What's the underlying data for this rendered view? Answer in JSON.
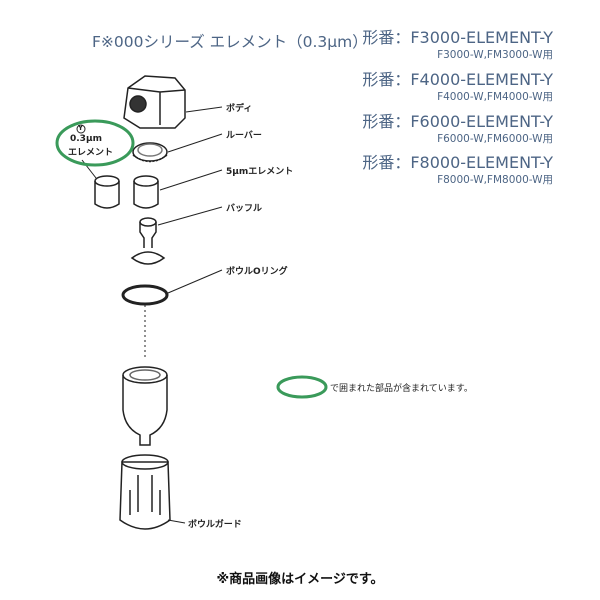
{
  "title": "F※000シリーズ エレメント（0.3μm）",
  "models": [
    {
      "model": "形番：F3000-ELEMENT-Y",
      "compat": "F3000-W,FM3000-W用"
    },
    {
      "model": "形番：F4000-ELEMENT-Y",
      "compat": "F4000-W,FM4000-W用"
    },
    {
      "model": "形番：F6000-ELEMENT-Y",
      "compat": "F6000-W,FM6000-W用"
    },
    {
      "model": "形番：F8000-ELEMENT-Y",
      "compat": "F8000-W,FM8000-W用"
    }
  ],
  "parts": {
    "body": "ボディ",
    "louver": "ルーバー",
    "element5": "5μmエレメント",
    "baffle": "バッフル",
    "oring": "ボウルOリング",
    "guard": "ボウルガード"
  },
  "highlight": {
    "mark": "Y",
    "line1": "0.3μm",
    "line2": "エレメント"
  },
  "legend": "で囲まれた部品が含まれています。",
  "note": "※商品画像はイメージです。",
  "colors": {
    "accent": "#3a9a5a",
    "text": "#4d6585"
  }
}
